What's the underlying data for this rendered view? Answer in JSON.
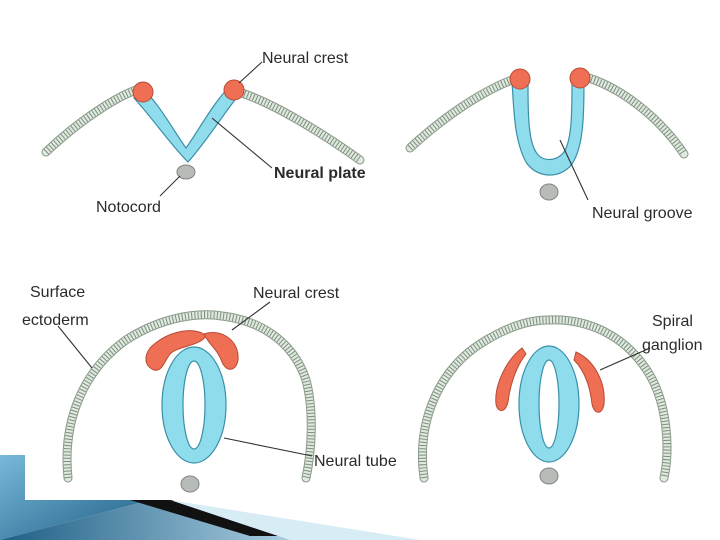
{
  "labels": {
    "neural_crest_top": "Neural crest",
    "neural_plate": "Neural plate",
    "notocord": "Notocord",
    "neural_groove": "Neural groove",
    "surface": "Surface",
    "ectoderm": "ectoderm",
    "neural_crest_bottom": "Neural crest",
    "neural_tube": "Neural tube",
    "spiral": "Spiral",
    "ganglion": "ganglion"
  },
  "colors": {
    "neural_tissue": "#8fdcec",
    "neural_tissue_edge": "#3a8fa8",
    "neural_crest": "#ef6f55",
    "neural_crest_edge": "#b84a33",
    "ectoderm": "#8a9a8a",
    "notochord": "#b8bcb8",
    "corner_accent_dark": "#1f5f86",
    "corner_accent_light": "#78b8d8"
  }
}
